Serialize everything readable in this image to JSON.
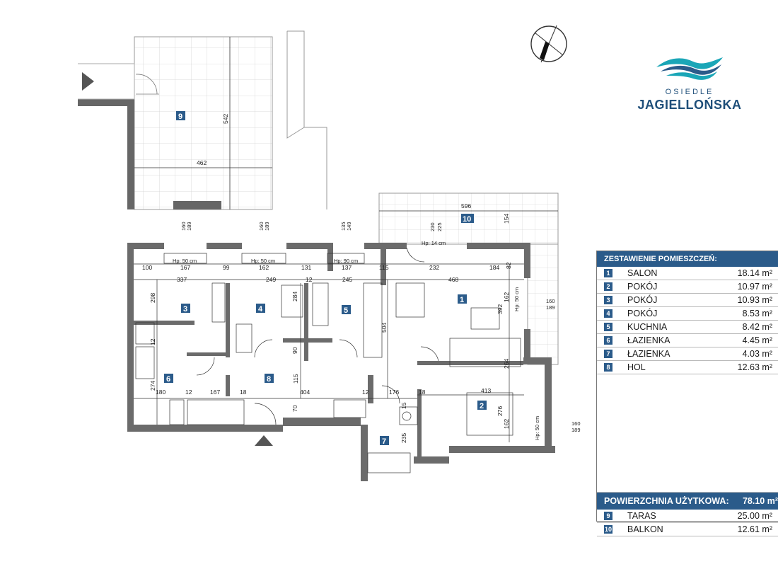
{
  "brand": {
    "top": "OSIEDLE",
    "name": "JAGIELLOŃSKA"
  },
  "table": {
    "heading": "ZESTAWIENIE POMIESZCZEŃ:",
    "rooms": [
      {
        "num": "1",
        "name": "SALON",
        "area": "18.14 m²"
      },
      {
        "num": "2",
        "name": "POKÓJ",
        "area": "10.97 m²"
      },
      {
        "num": "3",
        "name": "POKÓJ",
        "area": "10.93 m²"
      },
      {
        "num": "4",
        "name": "POKÓJ",
        "area": "8.53 m²"
      },
      {
        "num": "5",
        "name": "KUCHNIA",
        "area": "8.42 m²"
      },
      {
        "num": "6",
        "name": "ŁAZIENKA",
        "area": "4.45 m²"
      },
      {
        "num": "7",
        "name": "ŁAZIENKA",
        "area": "4.03 m²"
      },
      {
        "num": "8",
        "name": "HOL",
        "area": "12.63 m²"
      }
    ],
    "total_label": "POWIERZCHNIA UŻYTKOWA:",
    "total_value": "78.10 m²",
    "outdoor": [
      {
        "num": "9",
        "name": "TARAS",
        "area": "25.00 m²"
      },
      {
        "num": "10",
        "name": "BALKON",
        "area": "12.61 m²"
      }
    ]
  },
  "plan": {
    "room_badges": [
      "1",
      "2",
      "3",
      "4",
      "5",
      "6",
      "7",
      "8",
      "9",
      "10"
    ],
    "window_notes": {
      "w3": "Hp: 50 cm",
      "w4": "Hp: 50 cm",
      "w5": "Hp: 90 cm",
      "balcony": "Hp: 14 cm",
      "salon_side": "Hp: 50 cm",
      "room2_side": "Hp: 50 cm"
    },
    "window_sizes": {
      "w3": [
        "160",
        "189"
      ],
      "w4": [
        "160",
        "189"
      ],
      "w5": [
        "135",
        "149"
      ],
      "balcony": [
        "230",
        "225"
      ],
      "salon_side": [
        "160",
        "189"
      ],
      "room2_side": [
        "160",
        "189"
      ]
    },
    "dims": {
      "terrace_w": "462",
      "terrace_h": "542",
      "balcony_w": "596",
      "balcony_h": "154",
      "w3_inner": "167",
      "w4_inner": "162",
      "w5_inner": "137",
      "row_a": [
        "100",
        "99",
        "131",
        "115",
        "232",
        "184",
        "82"
      ],
      "row_b": [
        "337",
        "249",
        "12",
        "245",
        "468"
      ],
      "r3_h": "298",
      "r3_small": "12",
      "r4_h": "284",
      "salon_h": "392",
      "salon_h2": "162",
      "salon_cut": "264",
      "kit_h": "504",
      "kit_90": "90",
      "row_c": [
        "180",
        "12",
        "167",
        "18",
        "404",
        "12",
        "176",
        "18",
        "413"
      ],
      "bath_h": "274",
      "hol_h": "115",
      "small_70": "70",
      "wc_15": "15",
      "bath7_h": "235",
      "room2_h": "276",
      "room2_h2": "162"
    }
  }
}
